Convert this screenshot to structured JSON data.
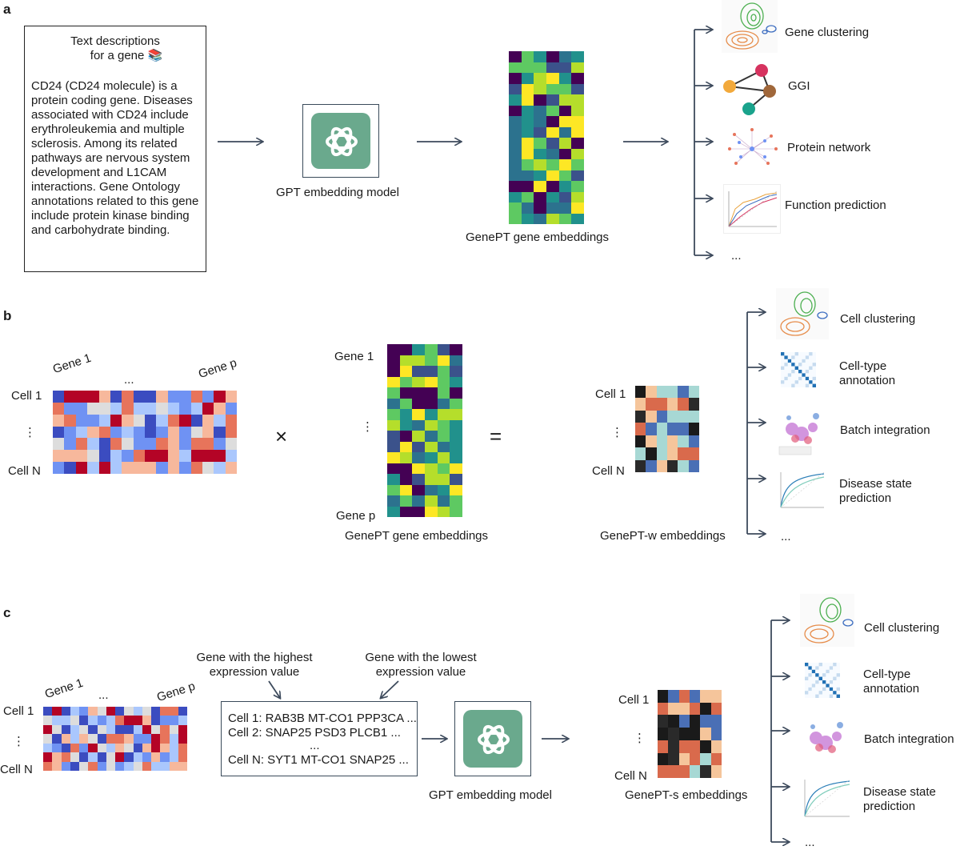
{
  "panel_a": {
    "letter": "a",
    "text_box_title": [
      "Text descriptions",
      "for a gene 📚"
    ],
    "text_box_body": "CD24 (CD24 molecule) is a protein coding gene. Diseases associated with CD24 include erythroleukemia and multiple sclerosis. Among its related pathways are nervous system development and L1CAM interactions. Gene Ontology annotations related to this gene include protein kinase binding and carbohydrate binding.",
    "model_label": "GPT embedding model",
    "embed_label": "GenePT gene embeddings",
    "outputs": [
      "Gene clustering",
      "GGI",
      "Protein network",
      "Function prediction",
      "..."
    ]
  },
  "panel_b": {
    "letter": "b",
    "matrix_col_first": "Gene 1",
    "matrix_col_mid": "...",
    "matrix_col_last": "Gene p",
    "row_first": "Cell 1",
    "row_mid": "⋮",
    "row_last": "Cell N",
    "times": "×",
    "equals": "=",
    "gene_first": "Gene 1",
    "gene_mid": "⋮",
    "gene_last": "Gene p",
    "embed_label": "GenePT gene embeddings",
    "w_row_first": "Cell 1",
    "w_row_mid": "⋮",
    "w_row_last": "Cell N",
    "w_label": "GenePT-w embeddings",
    "outputs": [
      "Cell clustering",
      "Cell-type annotation",
      "Batch integration",
      "Disease state prediction",
      "..."
    ]
  },
  "panel_c": {
    "letter": "c",
    "highest": [
      "Gene with the highest",
      "expression value"
    ],
    "lowest": [
      "Gene with the lowest",
      "expression value"
    ],
    "matrix_col_first": "Gene 1",
    "matrix_col_mid": "...",
    "matrix_col_last": "Gene p",
    "row_first": "Cell 1",
    "row_mid": "⋮",
    "row_last": "Cell N",
    "sentences": [
      "Cell 1: RAB3B MT-CO1 PPP3CA ...",
      "Cell 2: SNAP25 PSD3 PLCB1 ...",
      "...",
      "Cell N: SYT1 MT-CO1 SNAP25 ..."
    ],
    "model_label": "GPT embedding model",
    "s_row_first": "Cell 1",
    "s_row_mid": "⋮",
    "s_row_last": "Cell N",
    "s_label": "GenePT-s embeddings",
    "outputs": [
      "Cell clustering",
      "Cell-type annotation",
      "Batch integration",
      "Disease state prediction",
      "..."
    ]
  },
  "colors": {
    "viridis": [
      "#440154",
      "#3b528b",
      "#21918c",
      "#5ec962",
      "#b5de2b",
      "#fde725",
      "#2c728e"
    ],
    "coolwarm": [
      "#3b4cc0",
      "#6f92f3",
      "#aac7fd",
      "#dddddd",
      "#f7b89c",
      "#e7745b",
      "#b40426"
    ],
    "dark": [
      "#1a1a1a",
      "#d96a4c",
      "#f5c59b",
      "#a7d8d4",
      "#4a6fb5",
      "#2a2a2a"
    ],
    "arrow": "#3d4a5c",
    "gpt_green": "#6aa98d"
  }
}
